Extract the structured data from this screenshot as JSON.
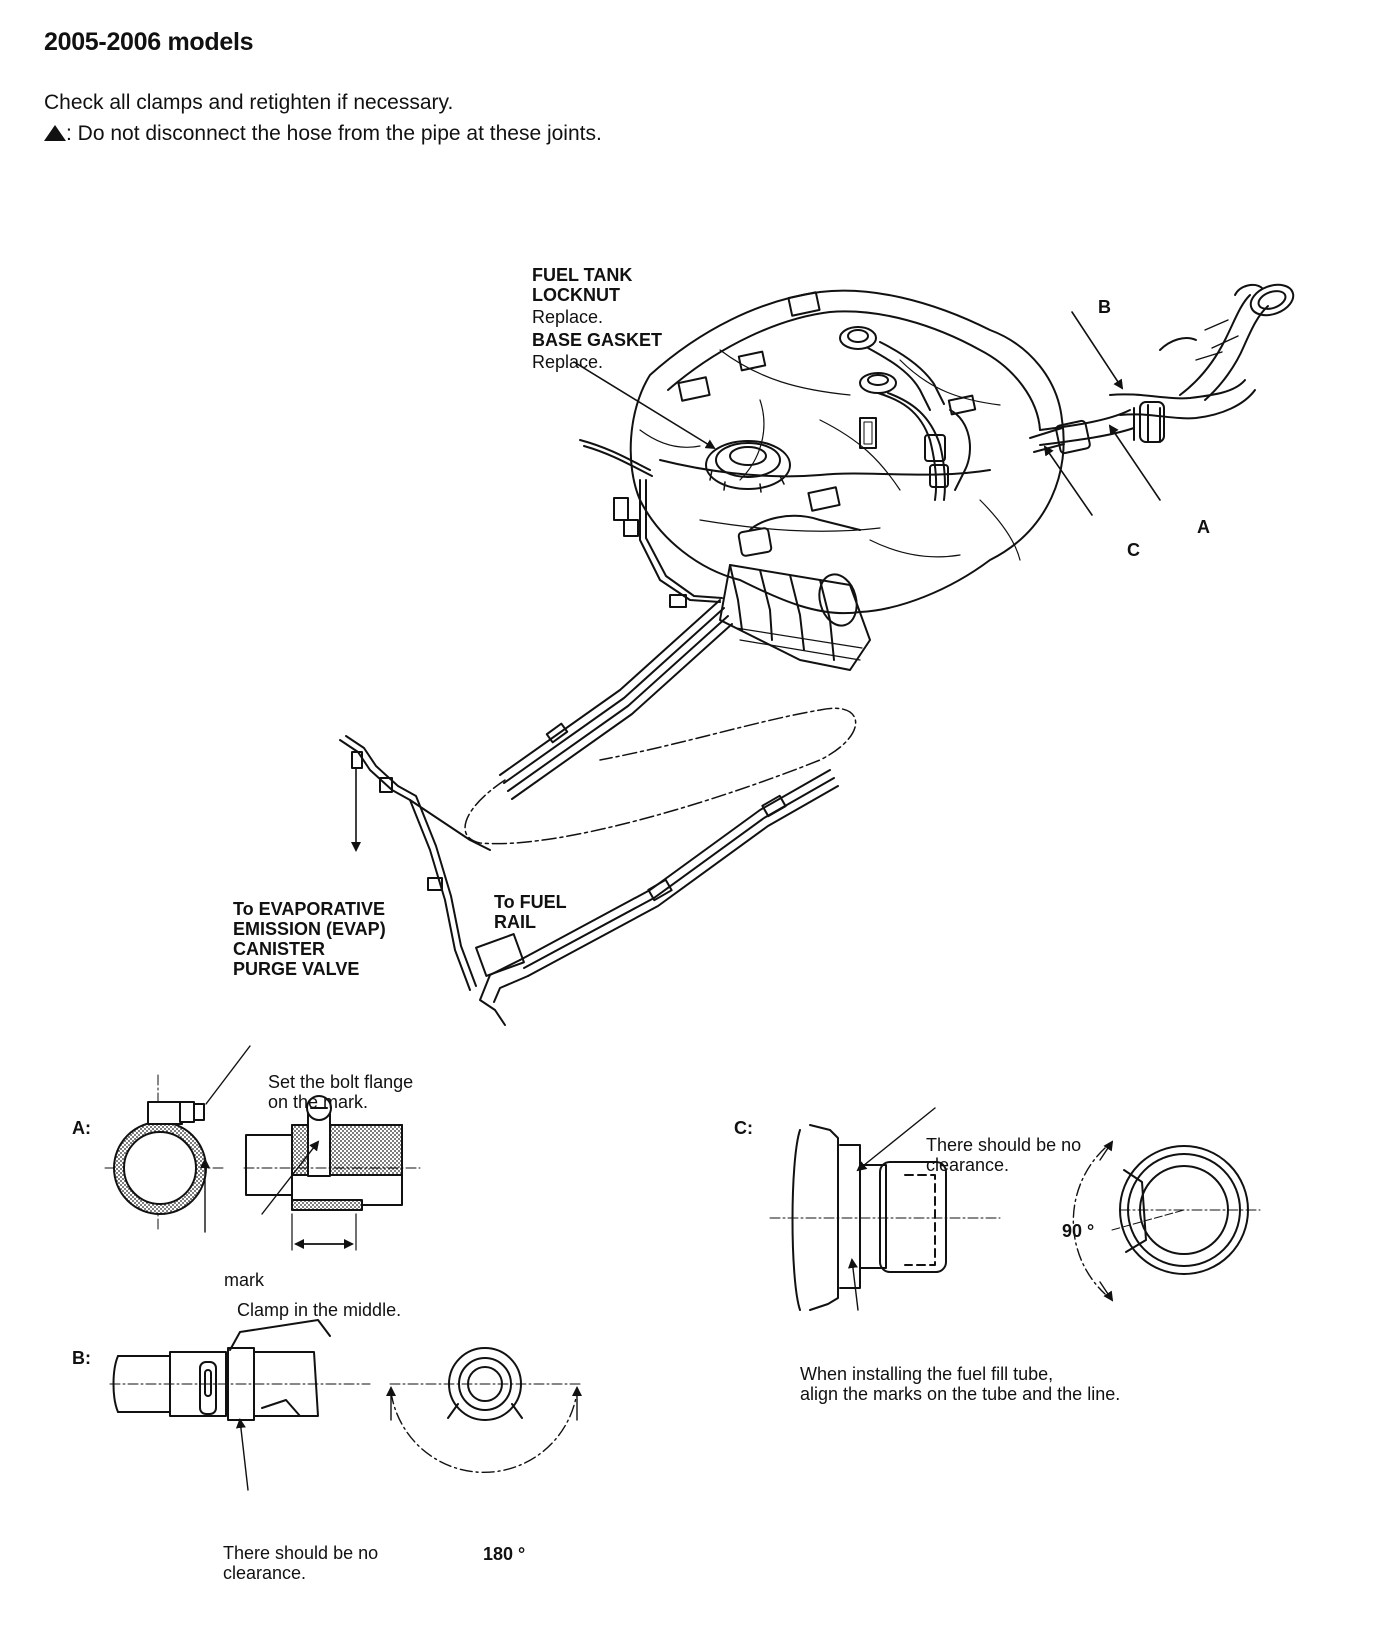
{
  "header": {
    "title": "2005-2006 models",
    "line1": "Check all clamps and retighten if necessary.",
    "line2": ": Do not disconnect the hose from the pipe at these joints."
  },
  "main_diagram": {
    "locknut_title": "FUEL TANK\nLOCKNUT",
    "locknut_note": "Replace.",
    "gasket_title": "BASE GASKET",
    "gasket_note": "Replace.",
    "callout_a": "A",
    "callout_b": "B",
    "callout_c": "C",
    "evap_label": "To EVAPORATIVE\nEMISSION (EVAP)\nCANISTER\nPURGE VALVE",
    "fuel_rail_label": "To FUEL\nRAIL"
  },
  "detail_a": {
    "heading": "A:",
    "bolt_note": "Set the bolt flange\non the mark.",
    "mark_label": "mark",
    "clamp_note": "Clamp in the middle."
  },
  "detail_b": {
    "heading": "B:",
    "clearance_note": "There should be no\nclearance.",
    "angle": "180 °"
  },
  "detail_c": {
    "heading": "C:",
    "clearance_note": "There should be no\nclearance.",
    "angle": "90 °",
    "install_note": "When installing the fuel fill tube,\nalign the marks on the tube and the line."
  }
}
